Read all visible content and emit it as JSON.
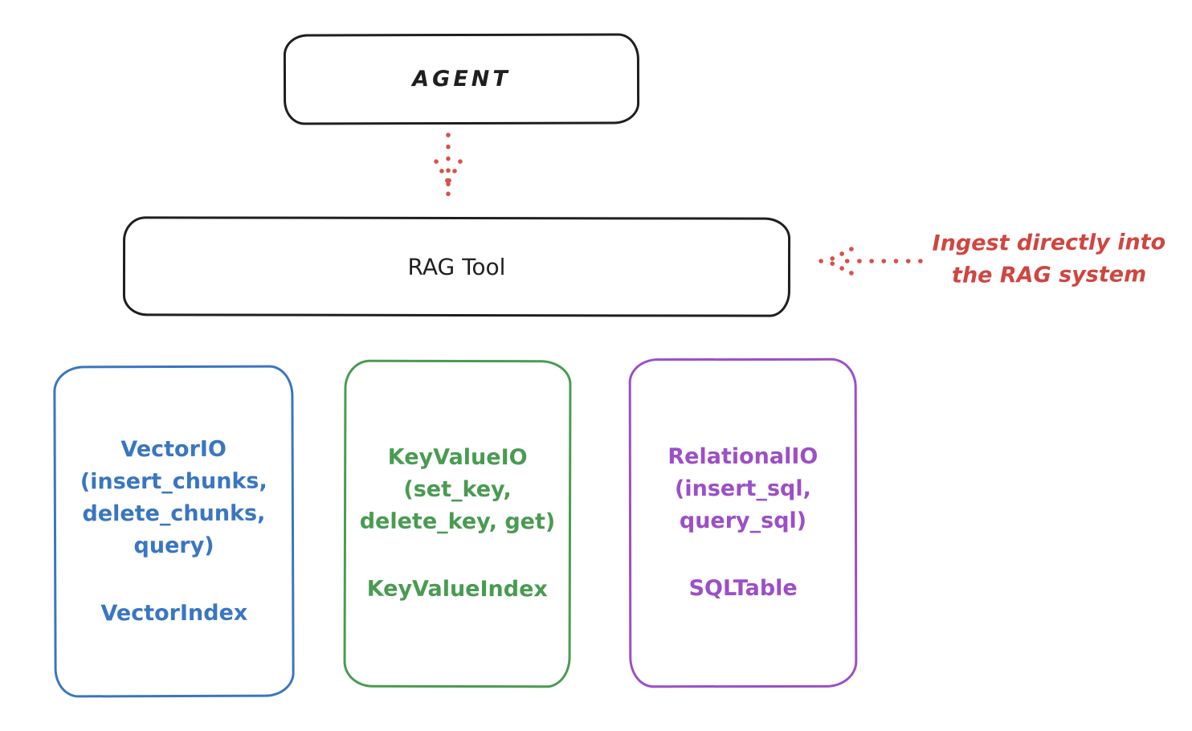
{
  "agent_box": {
    "label": "AGENT"
  },
  "rag_tool_box": {
    "label": "RAG Tool"
  },
  "annotation": {
    "line1": "Ingest directly into",
    "line2": "the RAG system"
  },
  "arrows": {
    "agent_to_rag": "dotted-down-arrow",
    "ingest_to_rag": "dotted-left-arrow"
  },
  "io_boxes": [
    {
      "name": "vector-io",
      "title": "VectorIO",
      "methods": [
        "(insert_chunks,",
        "delete_chunks,",
        "query)"
      ],
      "index_label": "VectorIndex",
      "color": "#3a76c1"
    },
    {
      "name": "keyvalue-io",
      "title": "KeyValueIO",
      "methods": [
        "(set_key,",
        "delete_key, get)"
      ],
      "index_label": "KeyValueIndex",
      "color": "#4a9b52"
    },
    {
      "name": "relational-io",
      "title": "RelationalIO",
      "methods": [
        "(insert_sql,",
        "query_sql)"
      ],
      "index_label": "SQLTable",
      "color": "#9c4fc6"
    }
  ],
  "colors": {
    "stroke_black": "#1f1f1f",
    "accent_red": "#cf4640",
    "accent_blue": "#3a76c1",
    "accent_green": "#4a9b52",
    "accent_purple": "#9c4fc6",
    "background": "#ffffff"
  }
}
